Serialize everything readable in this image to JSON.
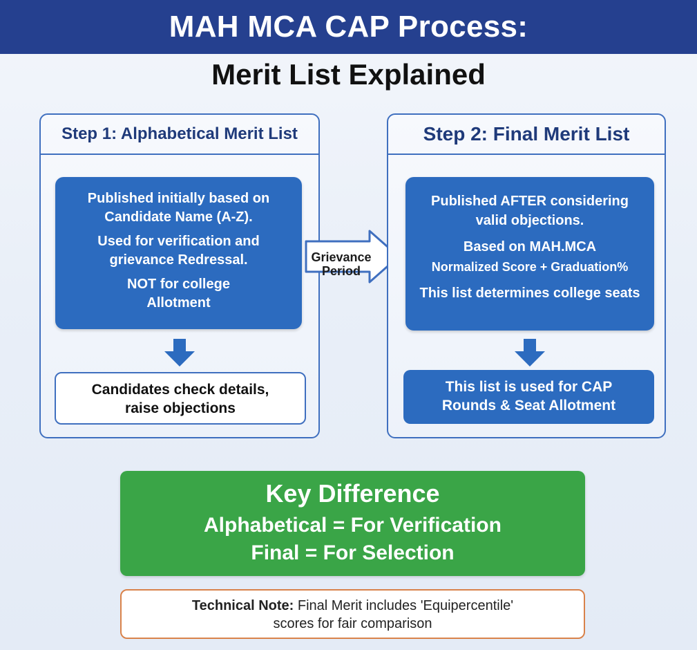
{
  "title": "MAH MCA CAP Process:",
  "subtitle": "Merit List Explained",
  "step1": {
    "header": "Step 1: Alphabetical Merit List",
    "box_lines": [
      "Published initially based on",
      "Candidate Name (A-Z).",
      "Used for verification and",
      "grievance Redressal.",
      "NOT for college",
      "Allotment"
    ],
    "result_lines": [
      "Candidates check details,",
      "raise objections"
    ]
  },
  "connector": {
    "label_line1": "Grievance",
    "label_line2": "Period"
  },
  "step2": {
    "header": "Step 2: Final Merit List",
    "box_lines": [
      "Published AFTER considering",
      "valid objections.",
      "Based on MAH.MCA",
      "Normalized Score + Graduation%",
      "This list determines college seats"
    ],
    "result_lines": [
      "This list is used for CAP",
      "Rounds & Seat Allotment"
    ]
  },
  "key_difference": {
    "title": "Key Difference",
    "line1": "Alphabetical = For Verification",
    "line2": "Final = For Selection"
  },
  "technical_note": {
    "label": "Technical Note:",
    "text": " Final Merit includes 'Equipercentile'",
    "line2": "scores for fair comparison"
  },
  "colors": {
    "title_bar": "#25408f",
    "panel_border": "#3f6fbf",
    "box_fill": "#2c6bbf",
    "key_fill": "#3aa547",
    "note_border": "#d9824a"
  }
}
